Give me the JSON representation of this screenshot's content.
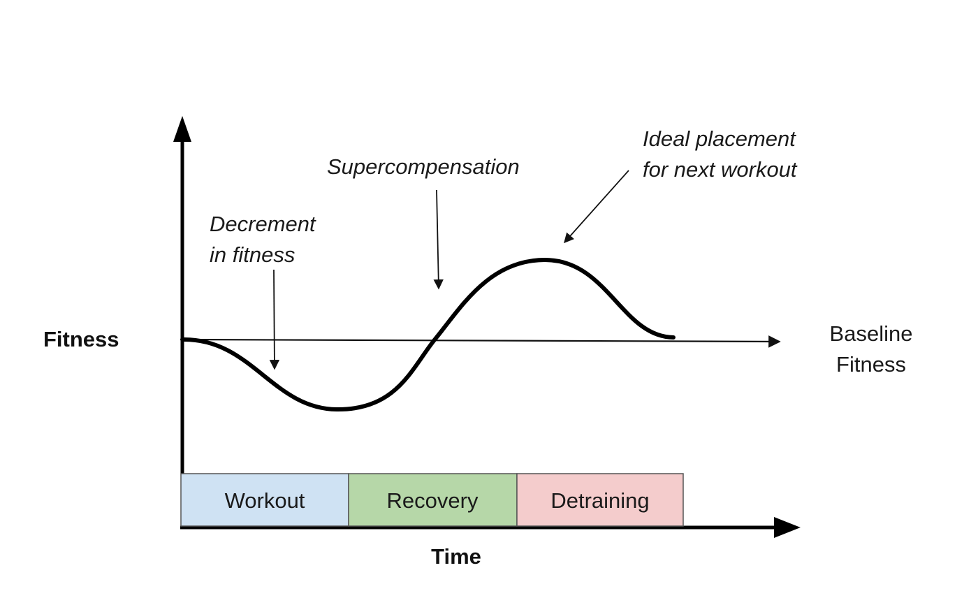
{
  "axes": {
    "y_label": "Fitness",
    "x_label": "Time"
  },
  "baseline": {
    "label_line1": "Baseline",
    "label_line2": "Fitness"
  },
  "annotations": {
    "decrement": {
      "line1": "Decrement",
      "line2": "in fitness"
    },
    "supercompensation": {
      "line1": "Supercompensation"
    },
    "ideal": {
      "line1": "Ideal placement",
      "line2": "for next workout"
    }
  },
  "phases": [
    {
      "label": "Workout",
      "color": "#cfe2f3"
    },
    {
      "label": "Recovery",
      "color": "#b6d7a8"
    },
    {
      "label": "Detraining",
      "color": "#f4cccc"
    }
  ],
  "colors": {
    "line": "#000000",
    "arrow": "#111111"
  }
}
